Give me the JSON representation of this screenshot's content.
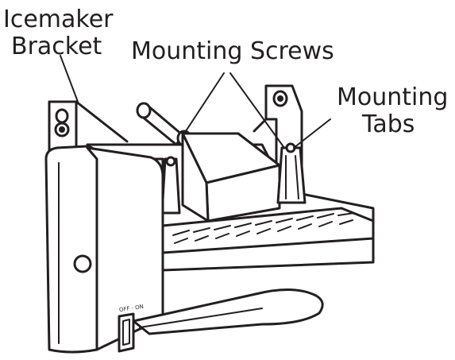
{
  "labels": {
    "icemaker_bracket_line1": "Icemaker",
    "icemaker_bracket_line2": "Bracket",
    "mounting_screws": "Mounting Screws",
    "mounting_tabs_line1": "Mounting",
    "mounting_tabs_line2": "Tabs",
    "switch_text": "OFF · ON"
  }
}
